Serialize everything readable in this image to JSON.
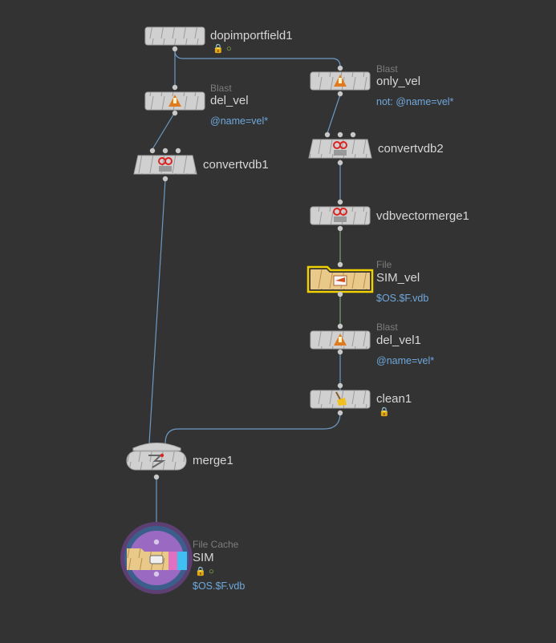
{
  "colors": {
    "background": "#333333",
    "wire": "#6b9ac4",
    "wire_green": "#7aa07a",
    "node_body": "#d0d0d0",
    "selected_outline": "#f0d000",
    "file_body": "#e9c98a",
    "cache_ring": "#7b4a9c"
  },
  "nodes": {
    "dopimportfield1": {
      "name": "dopimportfield1",
      "lock_icon": "lock-icon",
      "display_icon": "display-flag-icon"
    },
    "del_vel": {
      "type": "Blast",
      "name": "del_vel",
      "param": "@name=vel*"
    },
    "only_vel": {
      "type": "Blast",
      "name": "only_vel",
      "param": "not: @name=vel*"
    },
    "convertvdb1": {
      "name": "convertvdb1"
    },
    "convertvdb2": {
      "name": "convertvdb2"
    },
    "vdbvectormerge1": {
      "name": "vdbvectormerge1"
    },
    "sim_vel": {
      "type": "File",
      "name": "SIM_vel",
      "param": "$OS.$F.vdb"
    },
    "del_vel1": {
      "type": "Blast",
      "name": "del_vel1",
      "param": "@name=vel*"
    },
    "clean1": {
      "name": "clean1",
      "lock_icon": "lock-icon"
    },
    "merge1": {
      "name": "merge1"
    },
    "sim": {
      "type": "File Cache",
      "name": "SIM",
      "param": "$OS.$F.vdb",
      "lock_icon": "lock-icon",
      "display_icon": "display-flag-icon"
    }
  }
}
